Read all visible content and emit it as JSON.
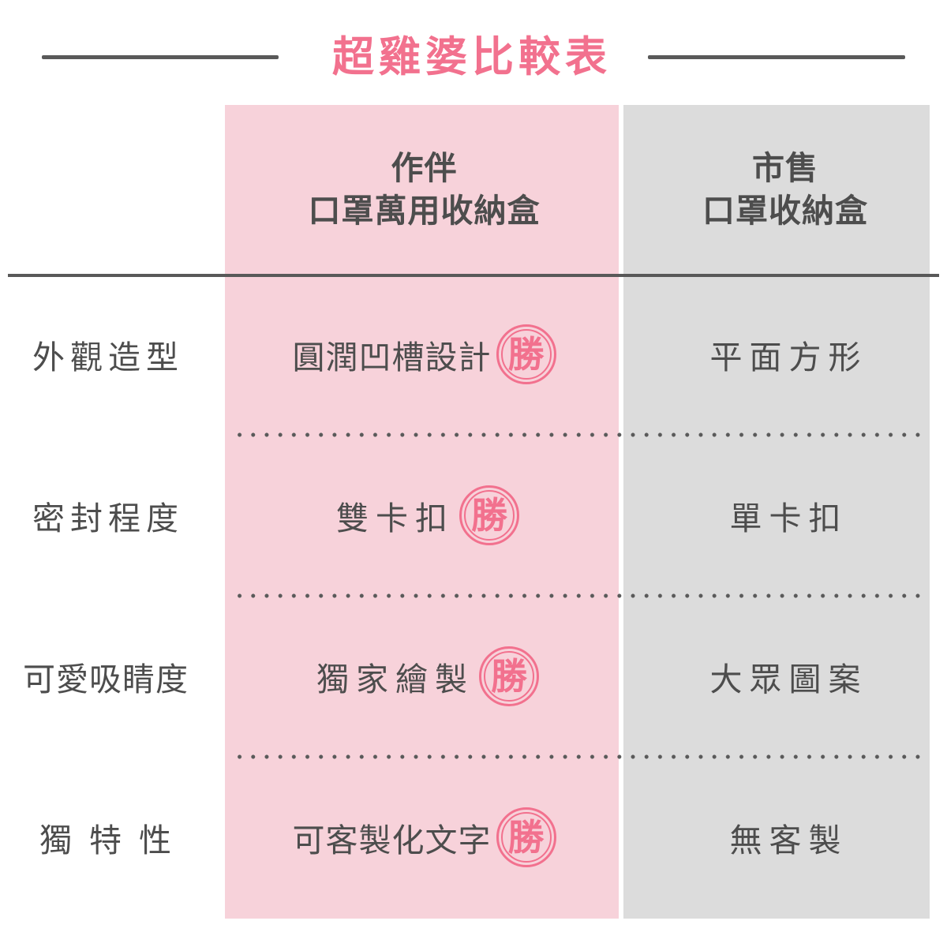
{
  "title": {
    "text": "超雞婆比較表",
    "color": "#f2718e",
    "rule_color": "#595959"
  },
  "columns": {
    "label_header": "",
    "ours": {
      "line1": "作伴",
      "line2": "口罩萬用收納盒",
      "background": "#f7d2da"
    },
    "market": {
      "line1": "市售",
      "line2": "口罩收納盒",
      "background": "#dcdcdc"
    }
  },
  "badge": {
    "char": "勝",
    "color": "#f2718e",
    "name": "win-stamp"
  },
  "rows": [
    {
      "label": "外觀造型",
      "ours": "圓潤凹槽設計",
      "ours_wins": true,
      "market": "平面方形"
    },
    {
      "label": "密封程度",
      "ours": "雙卡扣",
      "ours_wins": true,
      "market": "單卡扣"
    },
    {
      "label": "可愛吸睛度",
      "ours": "獨家繪製",
      "ours_wins": true,
      "market": "大眾圖案"
    },
    {
      "label": "獨特性",
      "ours": "可客製化文字",
      "ours_wins": true,
      "market": "無客製"
    }
  ],
  "text_color": "#4d4d4d"
}
